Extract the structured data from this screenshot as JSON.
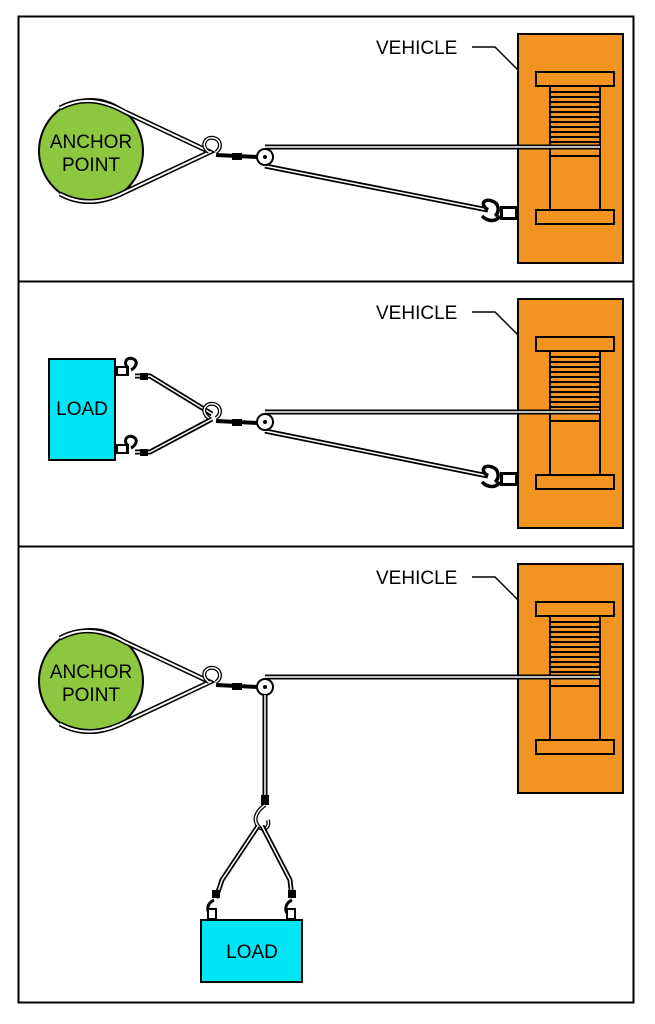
{
  "colors": {
    "vehicle": "#F39321",
    "anchor": "#8DC63F",
    "load": "#00E5F5",
    "line": "#000000",
    "background": "#FFFFFF"
  },
  "panels": [
    {
      "vehicle_label": "VEHICLE",
      "anchor_label_line1": "ANCHOR",
      "anchor_label_line2": "POINT"
    },
    {
      "vehicle_label": "VEHICLE",
      "load_label": "LOAD"
    },
    {
      "vehicle_label": "VEHICLE",
      "anchor_label_line1": "ANCHOR",
      "anchor_label_line2": "POINT",
      "load_label": "LOAD"
    }
  ]
}
